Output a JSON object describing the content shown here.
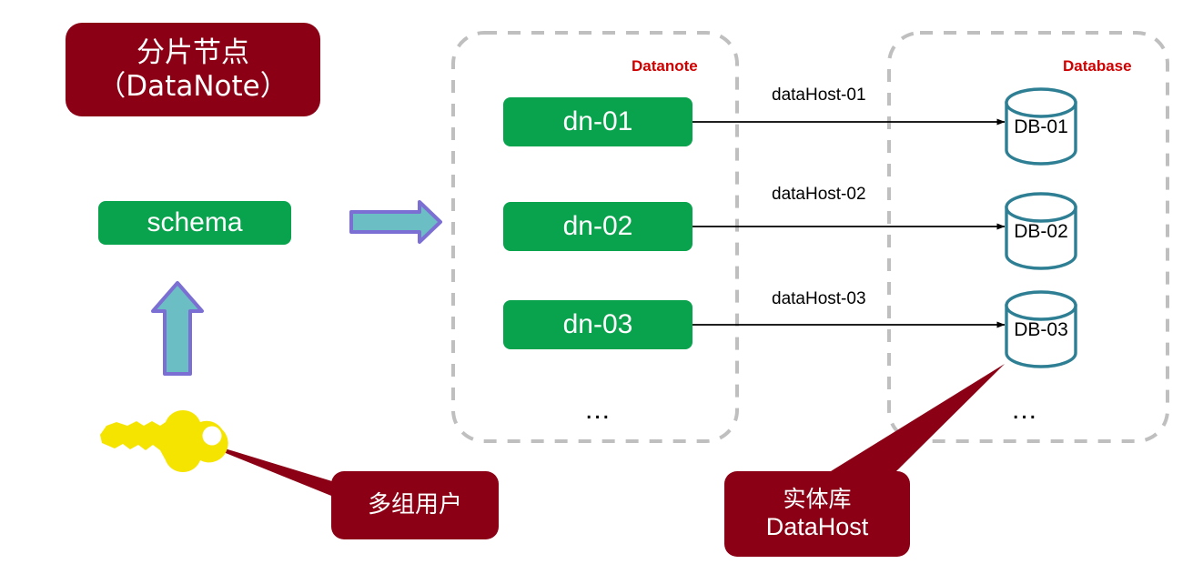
{
  "diagram": {
    "title_box": {
      "line1": "分片节点",
      "line2": "（DataNote）"
    },
    "schema_box": {
      "label": "schema"
    },
    "groups": {
      "left": {
        "label": "Datanote"
      },
      "right": {
        "label": "Database"
      }
    },
    "datanodes": [
      {
        "label": "dn-01"
      },
      {
        "label": "dn-02"
      },
      {
        "label": "dn-03"
      }
    ],
    "databases": [
      {
        "label": "DB-01"
      },
      {
        "label": "DB-02"
      },
      {
        "label": "DB-03"
      }
    ],
    "edges": [
      {
        "label": "dataHost-01"
      },
      {
        "label": "dataHost-02"
      },
      {
        "label": "dataHost-03"
      }
    ],
    "ellipsis_left": "...",
    "ellipsis_right": "...",
    "callouts": {
      "users": {
        "text": "多组用户"
      },
      "datahost": {
        "line1": "实体库",
        "line2": "DataHost"
      }
    },
    "icons": {
      "key": "key-icon",
      "block_arrow_right": "block-arrow-right-icon",
      "block_arrow_up": "block-arrow-up-icon",
      "cylinder": "database-cylinder-icon"
    },
    "colors": {
      "dark_red": "#8C0015",
      "label_red": "#D00000",
      "green": "#09A34E",
      "cylinder_teal": "#2E7F94",
      "arrow_fill": "#6BBFC4",
      "arrow_stroke": "#7B6FD4",
      "key_yellow": "#F5E400",
      "dashed_gray": "#BFBFBF",
      "line_black": "#000000"
    }
  }
}
